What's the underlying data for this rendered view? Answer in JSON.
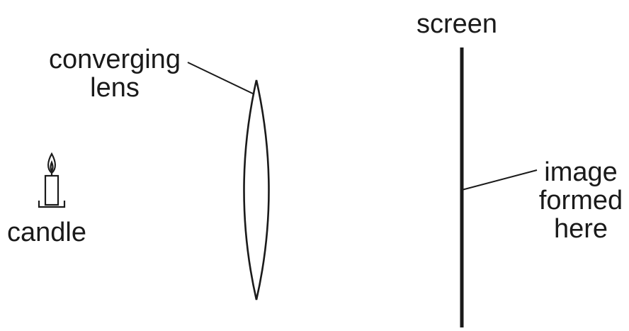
{
  "labels": {
    "converging_line1": "converging",
    "converging_line2": "lens",
    "screen": "screen",
    "image_line1": "image",
    "image_line2": "formed",
    "image_line3": "here",
    "candle": "candle"
  },
  "colors": {
    "ink": "#1a1a1a",
    "background": "#ffffff"
  }
}
